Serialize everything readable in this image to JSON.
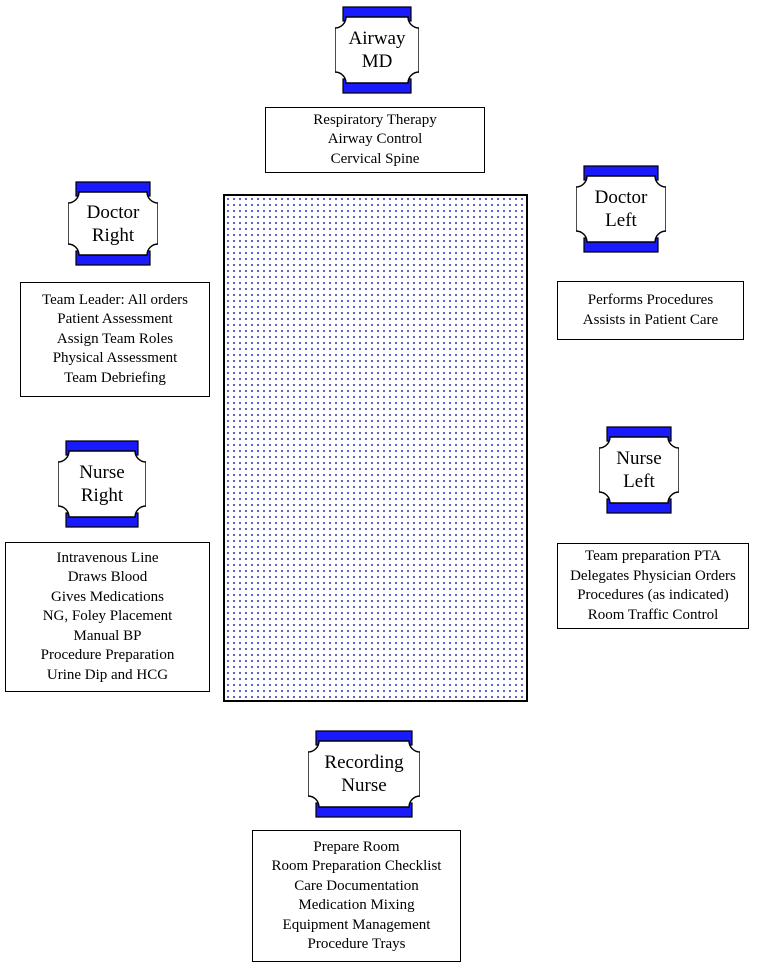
{
  "roles": {
    "airway": {
      "line1": "Airway",
      "line2": "MD",
      "duties": [
        "Respiratory Therapy",
        "Airway Control",
        "Cervical Spine"
      ]
    },
    "doctor_right": {
      "line1": "Doctor",
      "line2": "Right",
      "duties": [
        "Team Leader:  All orders",
        "Patient Assessment",
        "Assign Team Roles",
        "Physical Assessment",
        "Team Debriefing"
      ]
    },
    "doctor_left": {
      "line1": "Doctor",
      "line2": "Left",
      "duties": [
        "Performs Procedures",
        "Assists in Patient Care"
      ]
    },
    "nurse_right": {
      "line1": "Nurse",
      "line2": "Right",
      "duties": [
        "Intravenous Line",
        "Draws Blood",
        "Gives Medications",
        "NG, Foley Placement",
        "Manual BP",
        "Procedure Preparation",
        "Urine Dip and HCG"
      ]
    },
    "nurse_left": {
      "line1": "Nurse",
      "line2": "Left",
      "duties": [
        "Team preparation PTA",
        "Delegates Physician Orders",
        "Procedures (as indicated)",
        "Room Traffic Control"
      ]
    },
    "recording_nurse": {
      "line1": "Recording",
      "line2": "Nurse",
      "duties": [
        "Prepare Room",
        "Room Preparation Checklist",
        "Care Documentation",
        "Medication Mixing",
        "Equipment Management",
        "Procedure Trays"
      ]
    }
  },
  "colors": {
    "badge_blue": "#1a1aff",
    "bed_dots": "#4a56c8",
    "outline": "#000000"
  }
}
